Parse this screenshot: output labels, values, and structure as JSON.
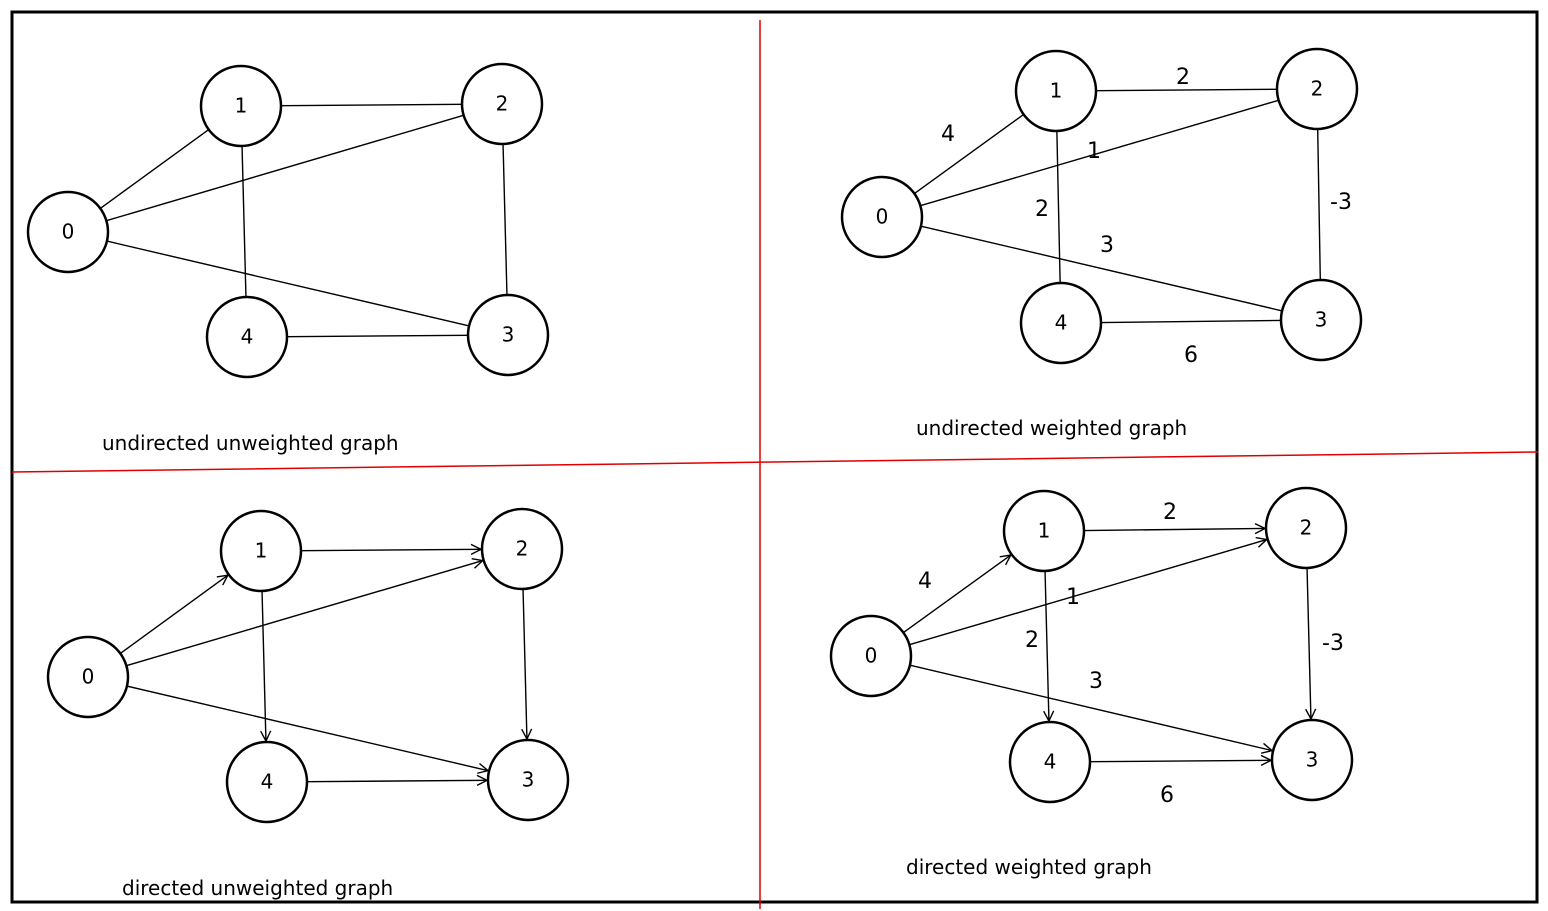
{
  "colors": {
    "frame": "#000000",
    "divider": "#e00000",
    "stroke": "#000000",
    "background": "#ffffff"
  },
  "graphs": [
    {
      "id": "undirected-unweighted",
      "caption": "undirected unweighted graph",
      "directed": false,
      "nodes": [
        {
          "id": "0",
          "label": "0"
        },
        {
          "id": "1",
          "label": "1"
        },
        {
          "id": "2",
          "label": "2"
        },
        {
          "id": "3",
          "label": "3"
        },
        {
          "id": "4",
          "label": "4"
        }
      ],
      "edges": [
        {
          "from": "0",
          "to": "1"
        },
        {
          "from": "0",
          "to": "2"
        },
        {
          "from": "0",
          "to": "3"
        },
        {
          "from": "1",
          "to": "2"
        },
        {
          "from": "1",
          "to": "4"
        },
        {
          "from": "2",
          "to": "3"
        },
        {
          "from": "4",
          "to": "3"
        }
      ]
    },
    {
      "id": "undirected-weighted",
      "caption": "undirected weighted graph",
      "directed": false,
      "nodes": [
        {
          "id": "0",
          "label": "0"
        },
        {
          "id": "1",
          "label": "1"
        },
        {
          "id": "2",
          "label": "2"
        },
        {
          "id": "3",
          "label": "3"
        },
        {
          "id": "4",
          "label": "4"
        }
      ],
      "edges": [
        {
          "from": "0",
          "to": "1",
          "weight": "4"
        },
        {
          "from": "0",
          "to": "2",
          "weight": "1"
        },
        {
          "from": "0",
          "to": "3",
          "weight": "3"
        },
        {
          "from": "1",
          "to": "2",
          "weight": "2"
        },
        {
          "from": "1",
          "to": "4",
          "weight": "2"
        },
        {
          "from": "2",
          "to": "3",
          "weight": "-3"
        },
        {
          "from": "4",
          "to": "3",
          "weight": "6"
        }
      ]
    },
    {
      "id": "directed-unweighted",
      "caption": "directed unweighted graph",
      "directed": true,
      "nodes": [
        {
          "id": "0",
          "label": "0"
        },
        {
          "id": "1",
          "label": "1"
        },
        {
          "id": "2",
          "label": "2"
        },
        {
          "id": "3",
          "label": "3"
        },
        {
          "id": "4",
          "label": "4"
        }
      ],
      "edges": [
        {
          "from": "0",
          "to": "1"
        },
        {
          "from": "0",
          "to": "2"
        },
        {
          "from": "0",
          "to": "3"
        },
        {
          "from": "1",
          "to": "2"
        },
        {
          "from": "1",
          "to": "4"
        },
        {
          "from": "2",
          "to": "3"
        },
        {
          "from": "4",
          "to": "3"
        }
      ]
    },
    {
      "id": "directed-weighted",
      "caption": "directed weighted graph",
      "directed": true,
      "nodes": [
        {
          "id": "0",
          "label": "0"
        },
        {
          "id": "1",
          "label": "1"
        },
        {
          "id": "2",
          "label": "2"
        },
        {
          "id": "3",
          "label": "3"
        },
        {
          "id": "4",
          "label": "4"
        }
      ],
      "edges": [
        {
          "from": "0",
          "to": "1",
          "weight": "4"
        },
        {
          "from": "0",
          "to": "2",
          "weight": "1"
        },
        {
          "from": "0",
          "to": "3",
          "weight": "3"
        },
        {
          "from": "1",
          "to": "2",
          "weight": "2"
        },
        {
          "from": "1",
          "to": "4",
          "weight": "2"
        },
        {
          "from": "2",
          "to": "3",
          "weight": "-3"
        },
        {
          "from": "4",
          "to": "3",
          "weight": "6"
        }
      ]
    }
  ]
}
